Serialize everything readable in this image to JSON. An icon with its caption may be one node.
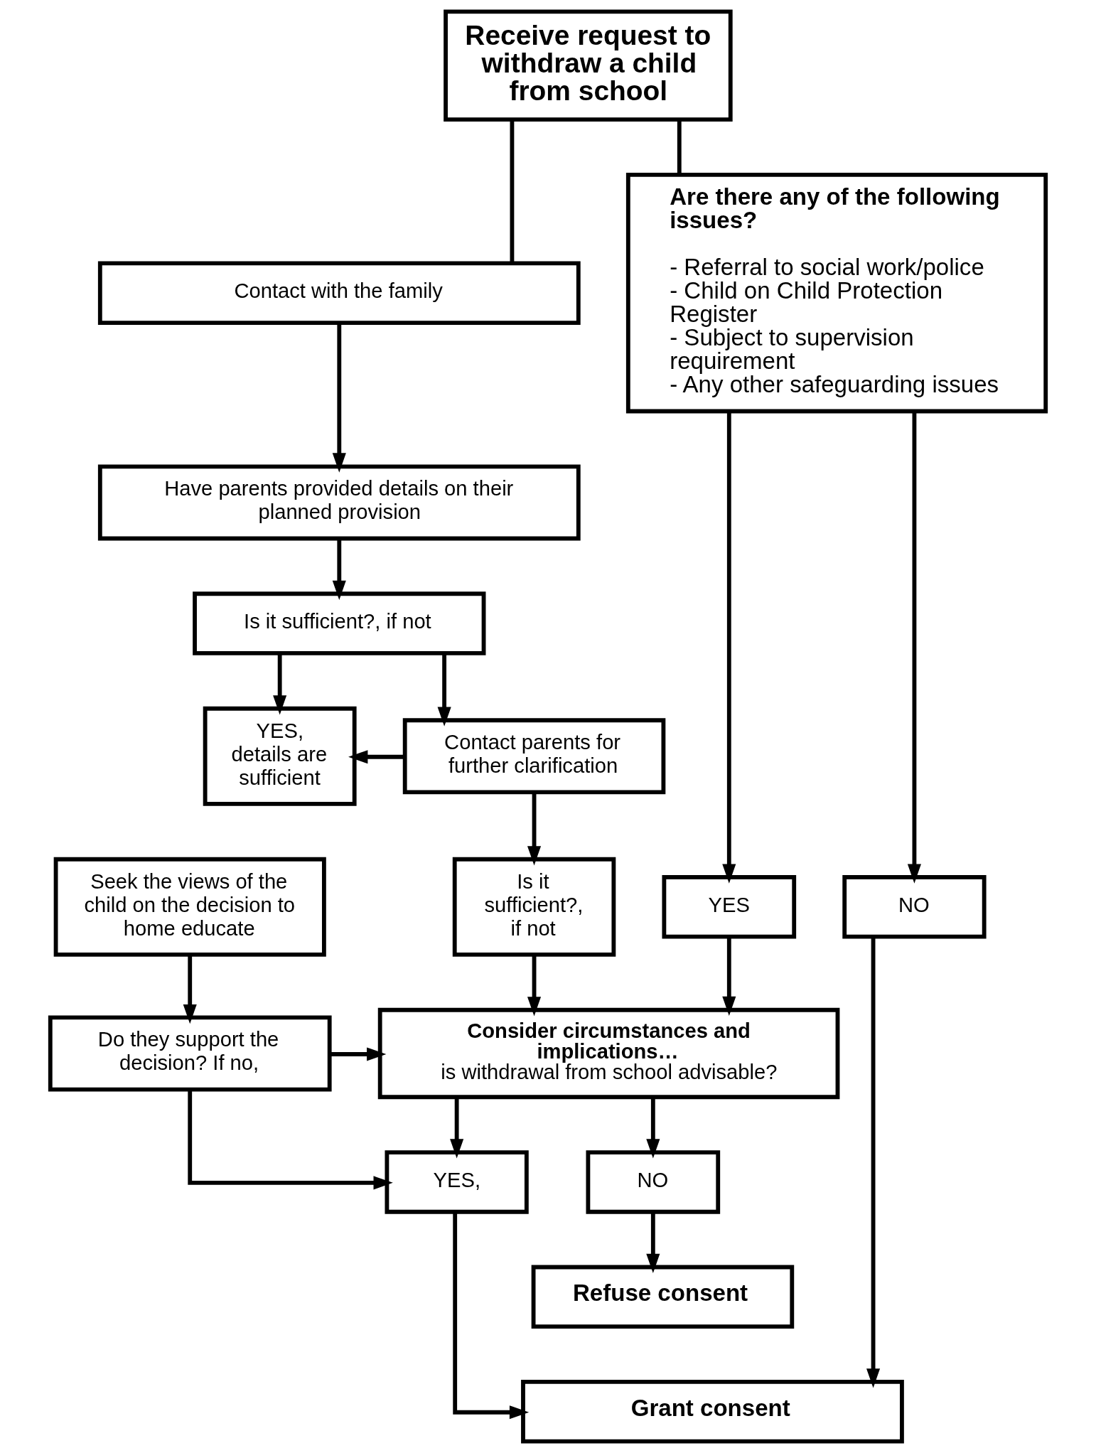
{
  "diagram": {
    "nodes": [
      {
        "text": [
          "Receive request to withdraw a child from school"
        ]
      },
      {
        "text": [
          "Contact with the family"
        ]
      },
      {
        "text": [
          "Are there any of the following issues?",
          "- Referral to social work/police",
          "- Child on Child Protection Register",
          "- Subject to supervision requirement",
          "- Any other safeguarding issues"
        ]
      },
      {
        "text": [
          "Have parents provided details on their planned provision"
        ]
      },
      {
        "text": [
          "Is it sufficient?, if not"
        ]
      },
      {
        "text": [
          "YES, details are sufficient"
        ]
      },
      {
        "text": [
          "Contact parents for further clarification"
        ]
      },
      {
        "text": [
          "Seek the views of the child on the decision to home educate"
        ]
      },
      {
        "text": [
          "Is it sufficient?, if not"
        ]
      },
      {
        "text": [
          "YES"
        ]
      },
      {
        "text": [
          "NO"
        ]
      },
      {
        "text": [
          "Do they support the decision? If no,"
        ]
      },
      {
        "text": [
          "Consider circumstances and implications…",
          "is withdrawal from school advisable?"
        ]
      },
      {
        "text": [
          "YES,"
        ]
      },
      {
        "text": [
          "NO"
        ]
      },
      {
        "text": [
          "Refuse consent"
        ]
      },
      {
        "text": [
          "Grant consent"
        ]
      }
    ],
    "edges": [
      {
        "from": 0,
        "to": 1,
        "arrow": "none"
      },
      {
        "from": 0,
        "to": 2,
        "arrow": "none"
      },
      {
        "from": 1,
        "to": 3,
        "arrow": "to"
      },
      {
        "from": 3,
        "to": 4,
        "arrow": "to"
      },
      {
        "from": 4,
        "to": 5,
        "arrow": "to"
      },
      {
        "from": 4,
        "to": 6,
        "arrow": "to"
      },
      {
        "from": 6,
        "to": 5,
        "arrow": "to"
      },
      {
        "from": 6,
        "to": 8,
        "arrow": "to"
      },
      {
        "from": 2,
        "to": 9,
        "arrow": "to"
      },
      {
        "from": 2,
        "to": 10,
        "arrow": "to"
      },
      {
        "from": 8,
        "to": 12,
        "arrow": "to"
      },
      {
        "from": 9,
        "to": 12,
        "arrow": "to"
      },
      {
        "from": 7,
        "to": 11,
        "arrow": "to"
      },
      {
        "from": 11,
        "to": 12,
        "arrow": "to"
      },
      {
        "from": 11,
        "to": 13,
        "arrow": "to"
      },
      {
        "from": 12,
        "to": 13,
        "arrow": "to"
      },
      {
        "from": 12,
        "to": 14,
        "arrow": "to"
      },
      {
        "from": 14,
        "to": 15,
        "arrow": "to"
      },
      {
        "from": 13,
        "to": 16,
        "arrow": "to"
      },
      {
        "from": 10,
        "to": 16,
        "arrow": "to"
      }
    ]
  }
}
